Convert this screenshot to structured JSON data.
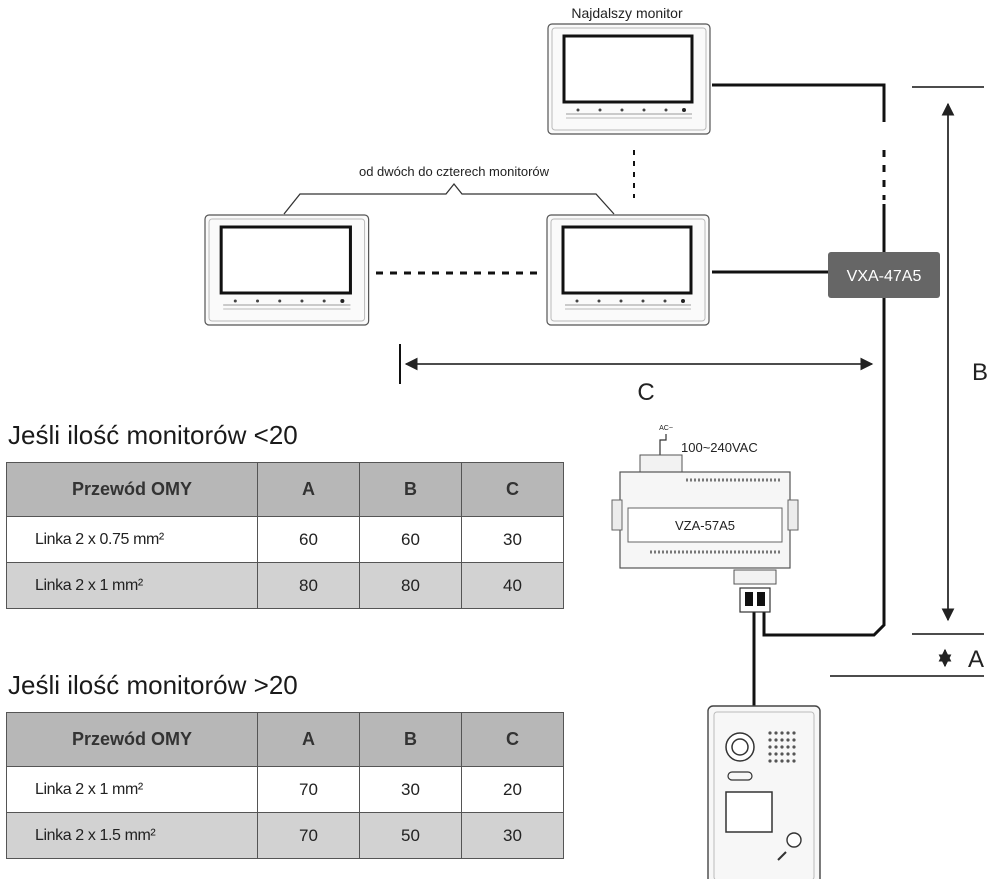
{
  "diagram": {
    "farthest_monitor": "Najdalszy monitor",
    "monitor_group": "od dwóch do czterech monitorów",
    "distributor": "VXA-47A5",
    "power_supply": "VZA-57A5",
    "power_input": "100~240VAC",
    "ac_mark": "AC~",
    "dim_a": "A",
    "dim_b": "B",
    "dim_c": "C"
  },
  "tables": [
    {
      "title": "Jeśli ilość monitorów <20",
      "headers": [
        "Przewód OMY",
        "A",
        "B",
        "C"
      ],
      "rows": [
        [
          "Linka 2 x 0.75 mm²",
          "60",
          "60",
          "30"
        ],
        [
          "Linka 2 x 1 mm²",
          "80",
          "80",
          "40"
        ]
      ]
    },
    {
      "title": "Jeśli ilość monitorów >20",
      "headers": [
        "Przewód OMY",
        "A",
        "B",
        "C"
      ],
      "rows": [
        [
          "Linka 2 x 1 mm²",
          "70",
          "30",
          "20"
        ],
        [
          "Linka 2 x 1.5 mm²",
          "70",
          "50",
          "30"
        ]
      ]
    }
  ]
}
